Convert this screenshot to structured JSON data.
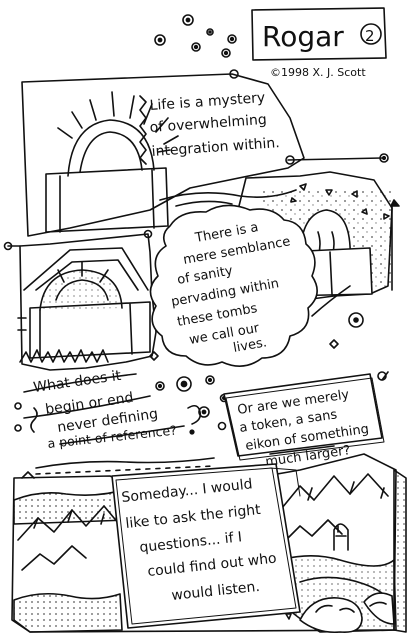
{
  "header": {
    "title": "Rogar",
    "issue_number": "2",
    "copyright": "©1998 X. J. Scott"
  },
  "captions": {
    "panel1": [
      "Life is a mystery",
      "of overwhelming",
      "integration within."
    ],
    "panel2": [
      "There is a",
      "mere semblance",
      "of sanity",
      "pervading within",
      "these tombs",
      "we call our",
      "lives."
    ],
    "panel3": [
      "What does it",
      "begin or end",
      "never defining",
      "a point of reference?"
    ],
    "panel4": [
      "Or are we merely",
      "a token, a sans",
      "eikon of something",
      "much larger?"
    ],
    "panel5": [
      "Someday... I would",
      "like to ask the right",
      "questions... if I",
      "could find out who",
      "would listen."
    ]
  },
  "colors": {
    "ink": "#111111",
    "paper": "#ffffff"
  }
}
